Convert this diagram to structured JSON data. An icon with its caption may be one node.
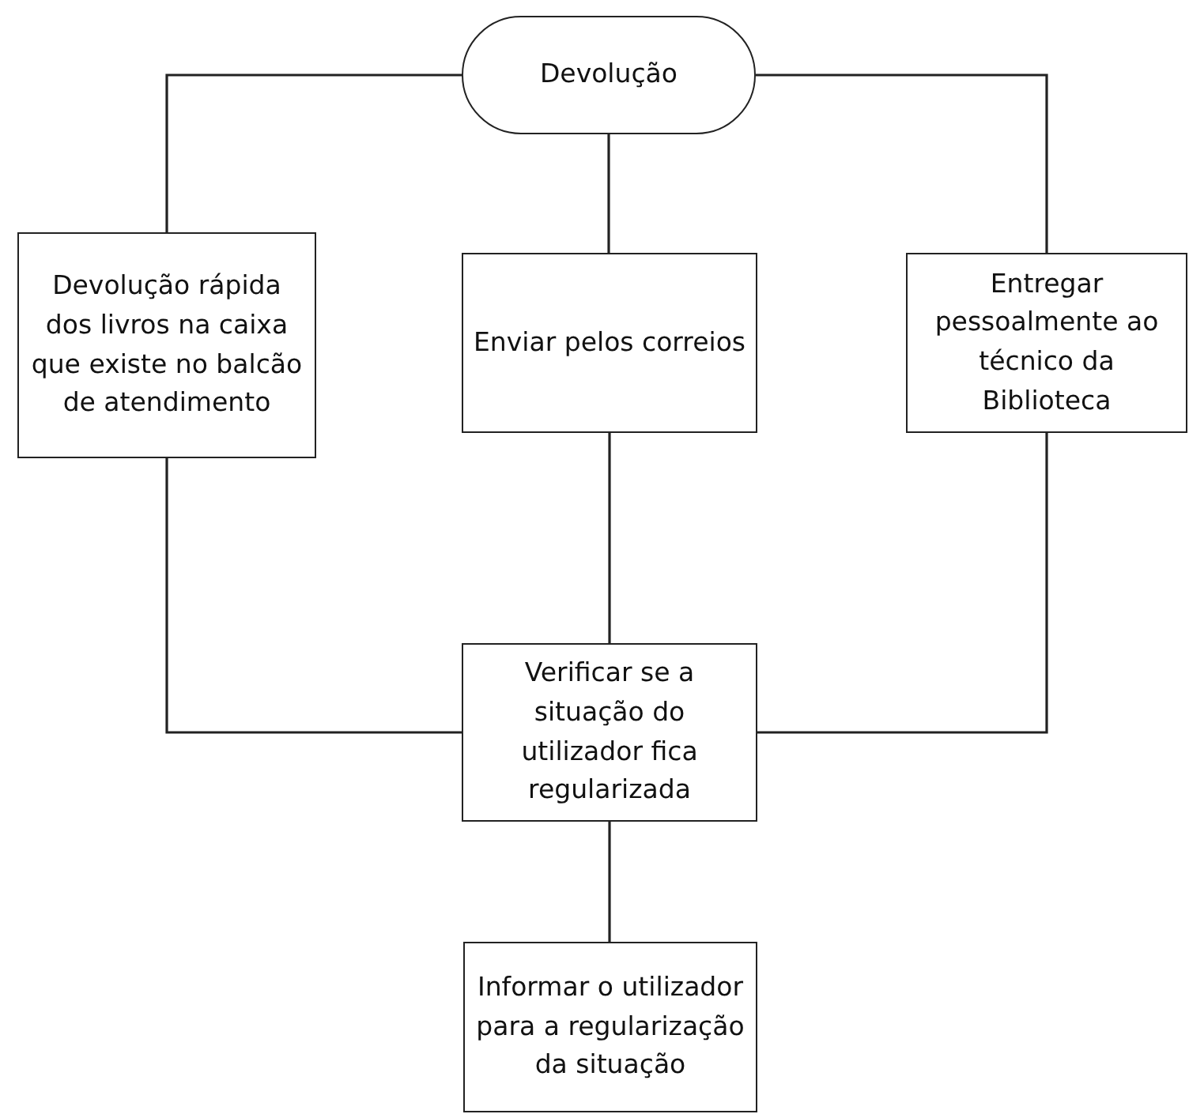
{
  "diagram": {
    "nodes": [
      {
        "text": [
          "Devolução"
        ]
      },
      {
        "text": [
          "Devolução rápida dos livros na caixa que existe no balcão de atendimento"
        ]
      },
      {
        "text": [
          "Enviar pelos correios"
        ]
      },
      {
        "text": [
          "Entregar pessoalmente ao técnico da Biblioteca"
        ]
      },
      {
        "text": [
          "Verificar se a situação do utilizador fica regularizada"
        ]
      },
      {
        "text": [
          "Informar o utilizador para a regularização da situação"
        ]
      }
    ],
    "edges": [
      {
        "from": 0,
        "to": 1,
        "arrow": "none"
      },
      {
        "from": 0,
        "to": 2,
        "arrow": "none"
      },
      {
        "from": 0,
        "to": 3,
        "arrow": "none"
      },
      {
        "from": 1,
        "to": 4,
        "arrow": "none"
      },
      {
        "from": 2,
        "to": 4,
        "arrow": "none"
      },
      {
        "from": 3,
        "to": 4,
        "arrow": "none"
      },
      {
        "from": 4,
        "to": 5,
        "arrow": "none"
      }
    ]
  }
}
